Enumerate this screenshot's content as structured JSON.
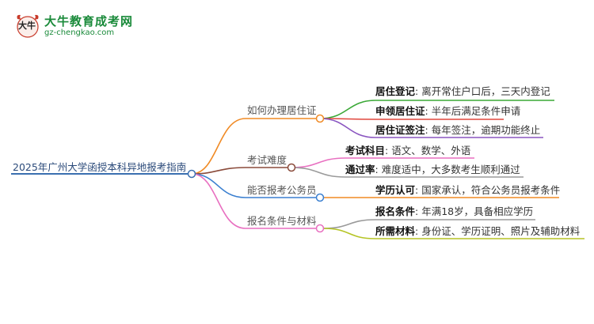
{
  "logo": {
    "mark_text": "大牛",
    "title": "大牛教育成考网",
    "url": "gz-chengkao.com"
  },
  "root": {
    "label": "2025年广州大学函授本科异地报考指南"
  },
  "branches": [
    {
      "label": "如何办理居住证",
      "color": "#f08a24",
      "leaves": [
        {
          "key": "居住登记",
          "value": "离开常住户口后，三天内登记",
          "color": "#3aa836"
        },
        {
          "key": "申领居住证",
          "value": "半年后满足条件申请",
          "color": "#e0463c"
        },
        {
          "key": "居住证签注",
          "value": "每年签注，逾期功能终止",
          "color": "#8a55c0"
        }
      ]
    },
    {
      "label": "考试难度",
      "color": "#8a4a3a",
      "leaves": [
        {
          "key": "考试科目",
          "value": "语文、数学、外语",
          "color": "#e86fc0"
        },
        {
          "key": "通过率",
          "value": "难度适中，大多数考生顺利通过",
          "color": "#9a9a9a"
        }
      ]
    },
    {
      "label": "能否报考公务员",
      "color": "#3a7fd0",
      "leaves": [
        {
          "key": "学历认可",
          "value": "国家承认，符合公务员报考条件",
          "color": "#f08a24"
        }
      ]
    },
    {
      "label": "报名条件与材料",
      "color": "#e86fc0",
      "leaves": [
        {
          "key": "报名条件",
          "value": "年满18岁，具备相应学历",
          "color": "#9a9a9a"
        },
        {
          "key": "所需材料",
          "value": "身份证、学历证明、照片及辅助材料",
          "color": "#b5c424"
        }
      ]
    }
  ],
  "colors": {
    "root_line": "#3a6fb0"
  }
}
